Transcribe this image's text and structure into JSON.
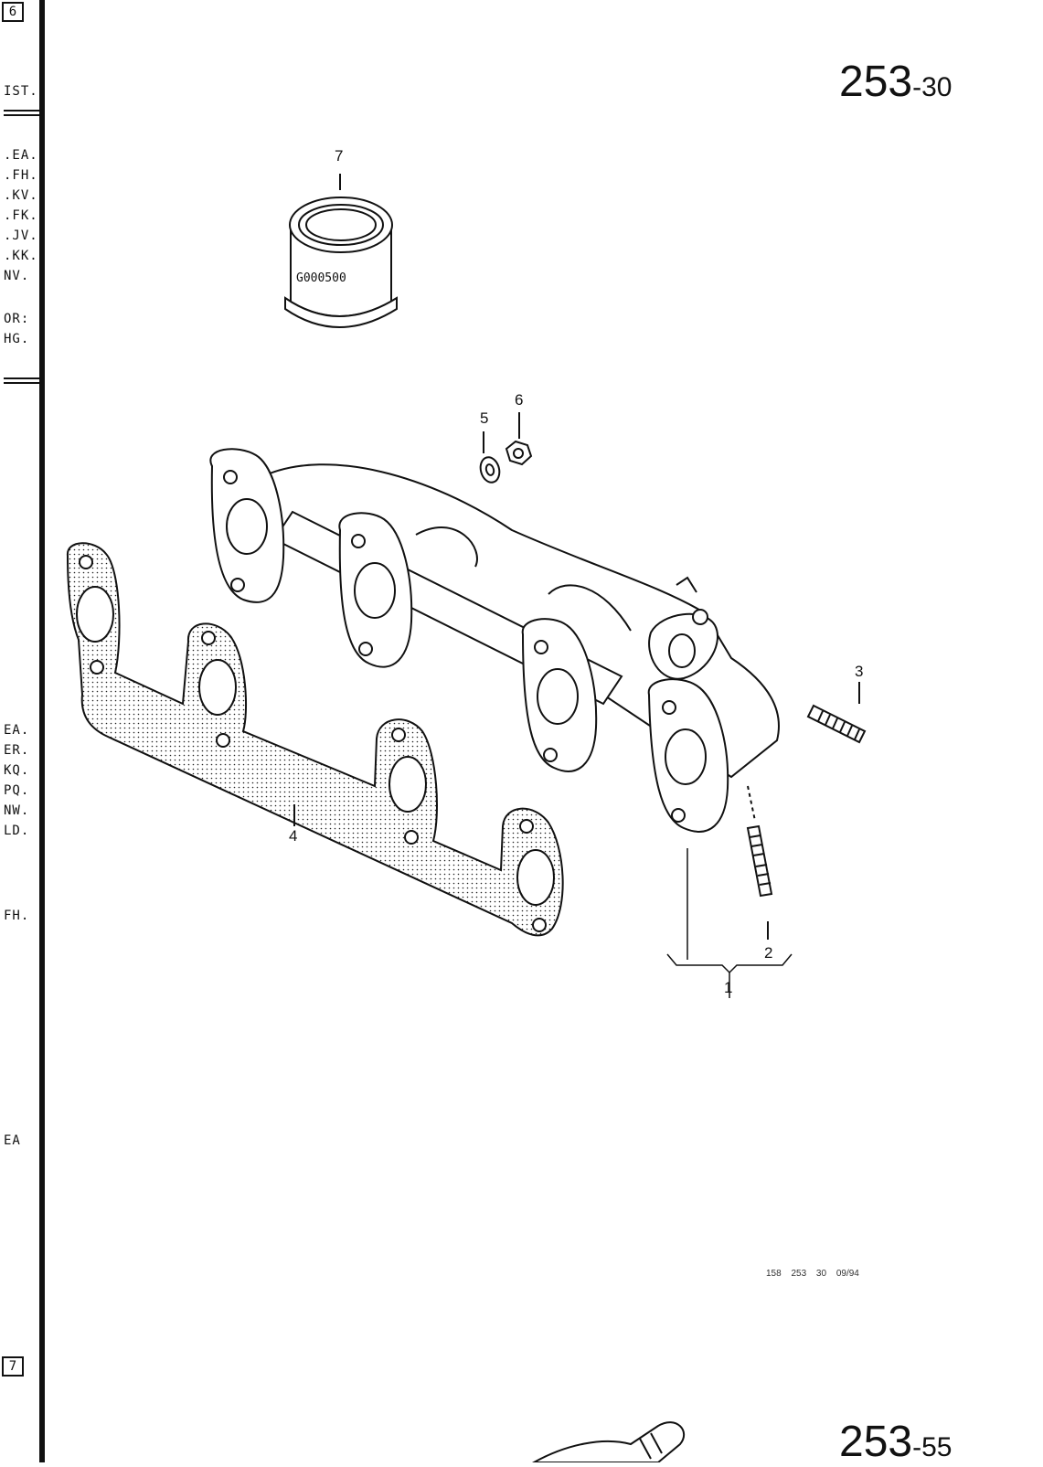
{
  "page_number": {
    "main": "253",
    "suffix": "-30"
  },
  "next_page_number": {
    "main": "253",
    "suffix": "-55"
  },
  "sidebar": {
    "box_top": "6",
    "box_bottom": "7",
    "codes": [
      "IST.",
      ".EA.",
      ".FH.",
      ".KV.",
      ".FK.",
      ".JV.",
      ".KK.",
      "NV.",
      "OR:",
      "HG.",
      "EA.",
      "ER.",
      "KQ.",
      "PQ.",
      "NW.",
      "LD.",
      "FH.",
      "EA"
    ]
  },
  "filter_label": "G000500",
  "callouts": [
    "7",
    "6",
    "5",
    "3",
    "4",
    "2",
    "1"
  ],
  "footer_ref": "158 253 30 09/94"
}
